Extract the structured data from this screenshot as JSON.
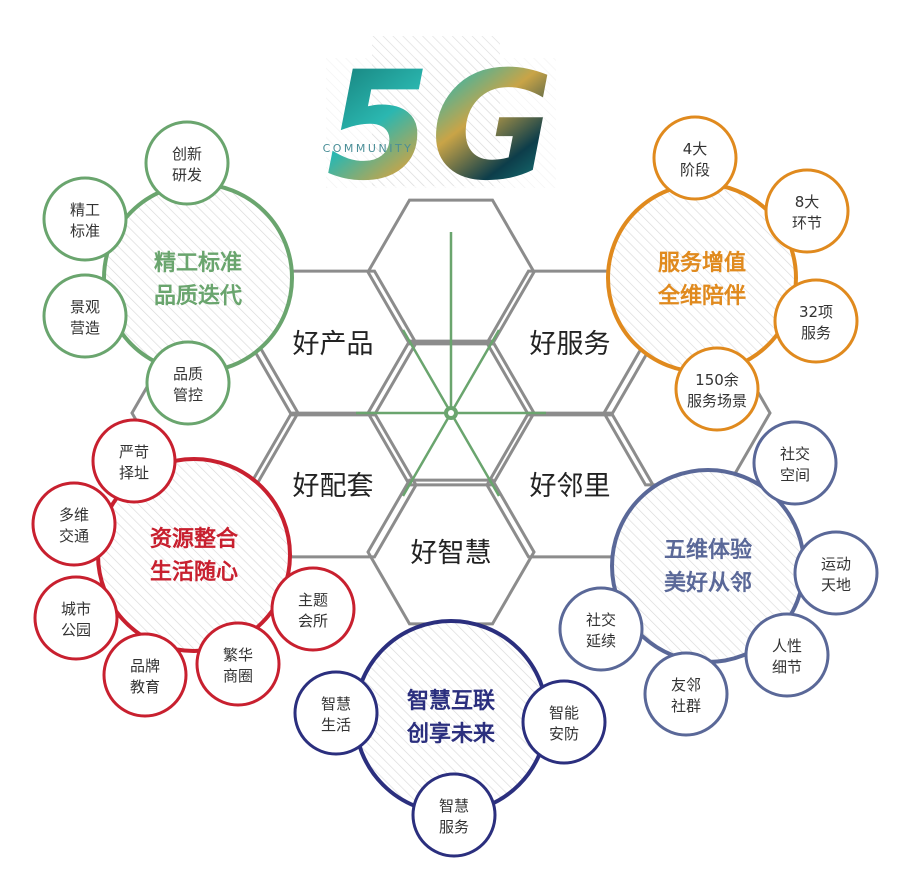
{
  "logo": {
    "big": "5G",
    "small": "COMMUNITY"
  },
  "hexagons": [
    {
      "id": "product",
      "label": "好产品"
    },
    {
      "id": "service",
      "label": "好服务"
    },
    {
      "id": "support",
      "label": "好配套"
    },
    {
      "id": "neighbor",
      "label": "好邻里"
    },
    {
      "id": "smart",
      "label": "好智慧"
    }
  ],
  "clusters": {
    "product": {
      "color": "#6aa56e",
      "title": [
        "精工标准",
        "品质迭代"
      ],
      "items": [
        [
          "创新",
          "研发"
        ],
        [
          "精工",
          "标准"
        ],
        [
          "景观",
          "营造"
        ],
        [
          "品质",
          "管控"
        ]
      ]
    },
    "service": {
      "color": "#e08a1e",
      "title": [
        "服务增值",
        "全维陪伴"
      ],
      "items": [
        [
          "4大",
          "阶段"
        ],
        [
          "8大",
          "环节"
        ],
        [
          "32项",
          "服务"
        ],
        [
          "150余",
          "服务场景"
        ]
      ]
    },
    "support": {
      "color": "#c8202f",
      "title": [
        "资源整合",
        "生活随心"
      ],
      "items": [
        [
          "严苛",
          "择址"
        ],
        [
          "多维",
          "交通"
        ],
        [
          "城市",
          "公园"
        ],
        [
          "品牌",
          "教育"
        ],
        [
          "繁华",
          "商圈"
        ],
        [
          "主题",
          "会所"
        ]
      ]
    },
    "neighbor": {
      "color": "#5a6898",
      "title": [
        "五维体验",
        "美好从邻"
      ],
      "items": [
        [
          "社交",
          "空间"
        ],
        [
          "运动",
          "天地"
        ],
        [
          "人性",
          "细节"
        ],
        [
          "友邻",
          "社群"
        ],
        [
          "社交",
          "延续"
        ]
      ]
    },
    "smart": {
      "color": "#2b2f7e",
      "title": [
        "智慧互联",
        "创享未来"
      ],
      "items": [
        [
          "智慧",
          "生活"
        ],
        [
          "智能",
          "安防"
        ],
        [
          "智慧",
          "服务"
        ]
      ]
    }
  }
}
